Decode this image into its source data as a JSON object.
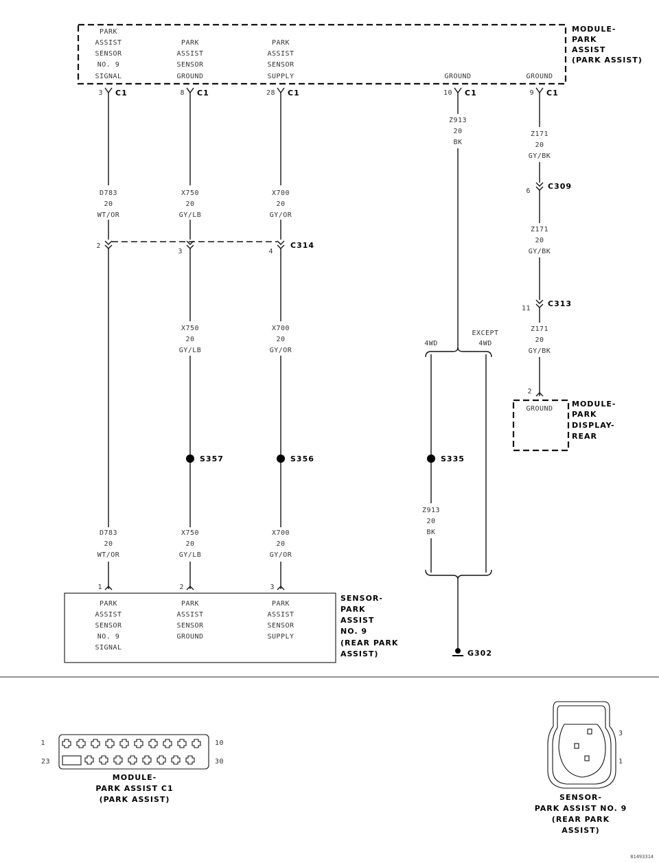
{
  "module_park_assist": {
    "name_lines": [
      "MODULE-",
      "PARK",
      "ASSIST",
      "(PARK ASSIST)"
    ],
    "pin_signal_lines": [
      "PARK",
      "ASSIST",
      "SENSOR",
      "NO. 9",
      "SIGNAL"
    ],
    "pin_ground_lines": [
      "PARK",
      "ASSIST",
      "SENSOR",
      "GROUND"
    ],
    "pin_supply_lines": [
      "PARK",
      "ASSIST",
      "SENSOR",
      "SUPPLY"
    ],
    "pin_ground_a": "GROUND",
    "pin_ground_b": "GROUND"
  },
  "connector_c1": {
    "name": "C1",
    "pin_signal": "3",
    "pin_ground": "8",
    "pin_supply": "28",
    "pin_ground_a": "10",
    "pin_ground_b": "9"
  },
  "wires": {
    "d783": [
      "D783",
      "20",
      "WT/OR"
    ],
    "x750": [
      "X750",
      "20",
      "GY/LB"
    ],
    "x700": [
      "X700",
      "20",
      "GY/OR"
    ],
    "z913": [
      "Z913",
      "20",
      "BK"
    ],
    "z171": [
      "Z171",
      "20",
      "GY/BK"
    ]
  },
  "connector_c314": {
    "name": "C314",
    "pins": [
      "2",
      "3",
      "4"
    ]
  },
  "connector_c309": {
    "name": "C309",
    "pin": "6"
  },
  "connector_c313": {
    "name": "C313",
    "pin": "11"
  },
  "splices": {
    "s357": "S357",
    "s356": "S356",
    "s335": "S335"
  },
  "ground_g302": "G302",
  "option_4wd": "4WD",
  "option_except": [
    "EXCEPT",
    "4WD"
  ],
  "module_park_display": {
    "name_lines": [
      "MODULE-",
      "PARK",
      "DISPLAY-",
      "REAR"
    ],
    "pin": "2",
    "pin_label": "GROUND"
  },
  "sensor_park_assist": {
    "name_lines": [
      "SENSOR-",
      "PARK",
      "ASSIST",
      "NO. 9",
      "(REAR PARK",
      "ASSIST)"
    ],
    "pins": [
      "1",
      "2",
      "3"
    ],
    "pin_signal_lines": [
      "PARK",
      "ASSIST",
      "SENSOR",
      "NO. 9",
      "SIGNAL"
    ],
    "pin_ground_lines": [
      "PARK",
      "ASSIST",
      "SENSOR",
      "GROUND"
    ],
    "pin_supply_lines": [
      "PARK",
      "ASSIST",
      "SENSOR",
      "SUPPLY"
    ]
  },
  "connector_view_module": {
    "title_lines": [
      "MODULE-",
      "PARK ASSIST C1",
      "(PARK ASSIST)"
    ],
    "pin_labels": [
      "1",
      "10",
      "23",
      "30"
    ]
  },
  "connector_view_sensor": {
    "title_lines": [
      "SENSOR-",
      "PARK ASSIST NO. 9",
      "(REAR PARK",
      "ASSIST)"
    ],
    "pin_labels": [
      "3",
      "1"
    ]
  },
  "figure_id": "81493314"
}
